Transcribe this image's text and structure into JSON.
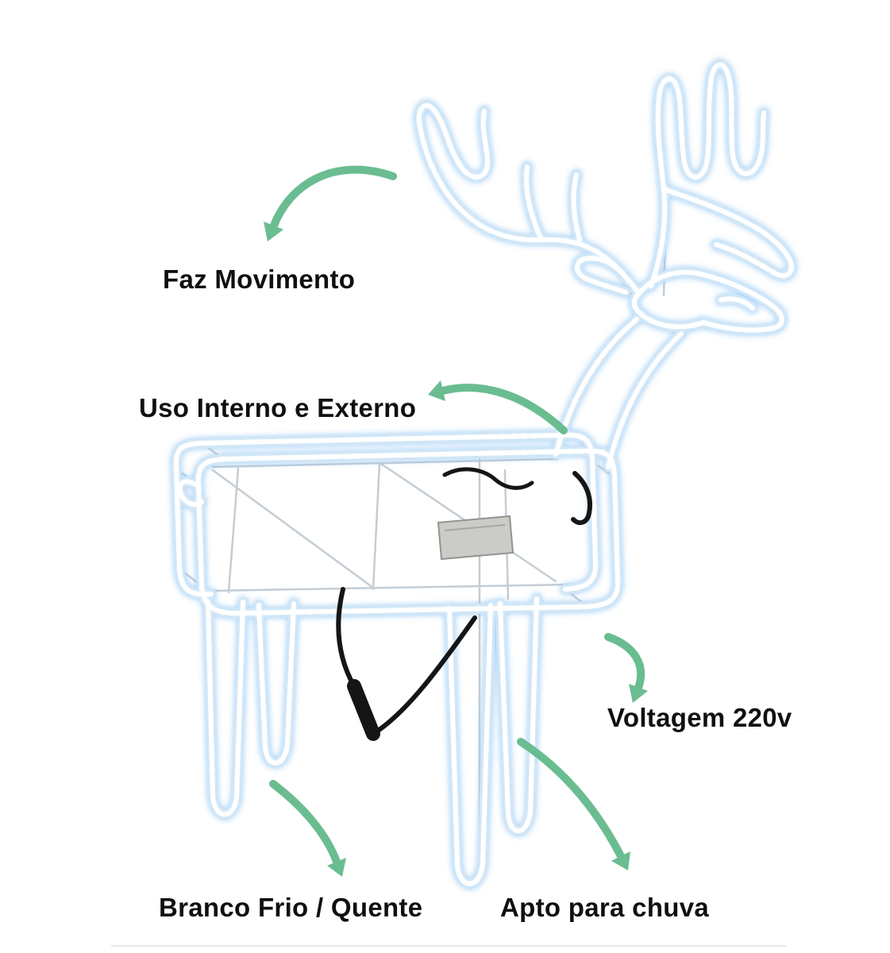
{
  "page": {
    "background": "#ffffff"
  },
  "colors": {
    "arrow_green": "#6abd90",
    "label_text": "#101010",
    "rope_tube": "#cfe6f7",
    "rope_core": "#ffffff",
    "cable_black": "#151515",
    "metal_box": "#cbcbc7"
  },
  "labels": {
    "faz_movimento": "Faz Movimento",
    "uso_interno_externo": "Uso Interno e Externo",
    "voltagem": "Voltagem 220v",
    "branco_frio_quente": "Branco Frio / Quente",
    "apto_para_chuva": "Apto para chuva"
  },
  "icons": {
    "illustration": "led-rope-light-reindeer",
    "arrow_style": "curved-arrow"
  }
}
